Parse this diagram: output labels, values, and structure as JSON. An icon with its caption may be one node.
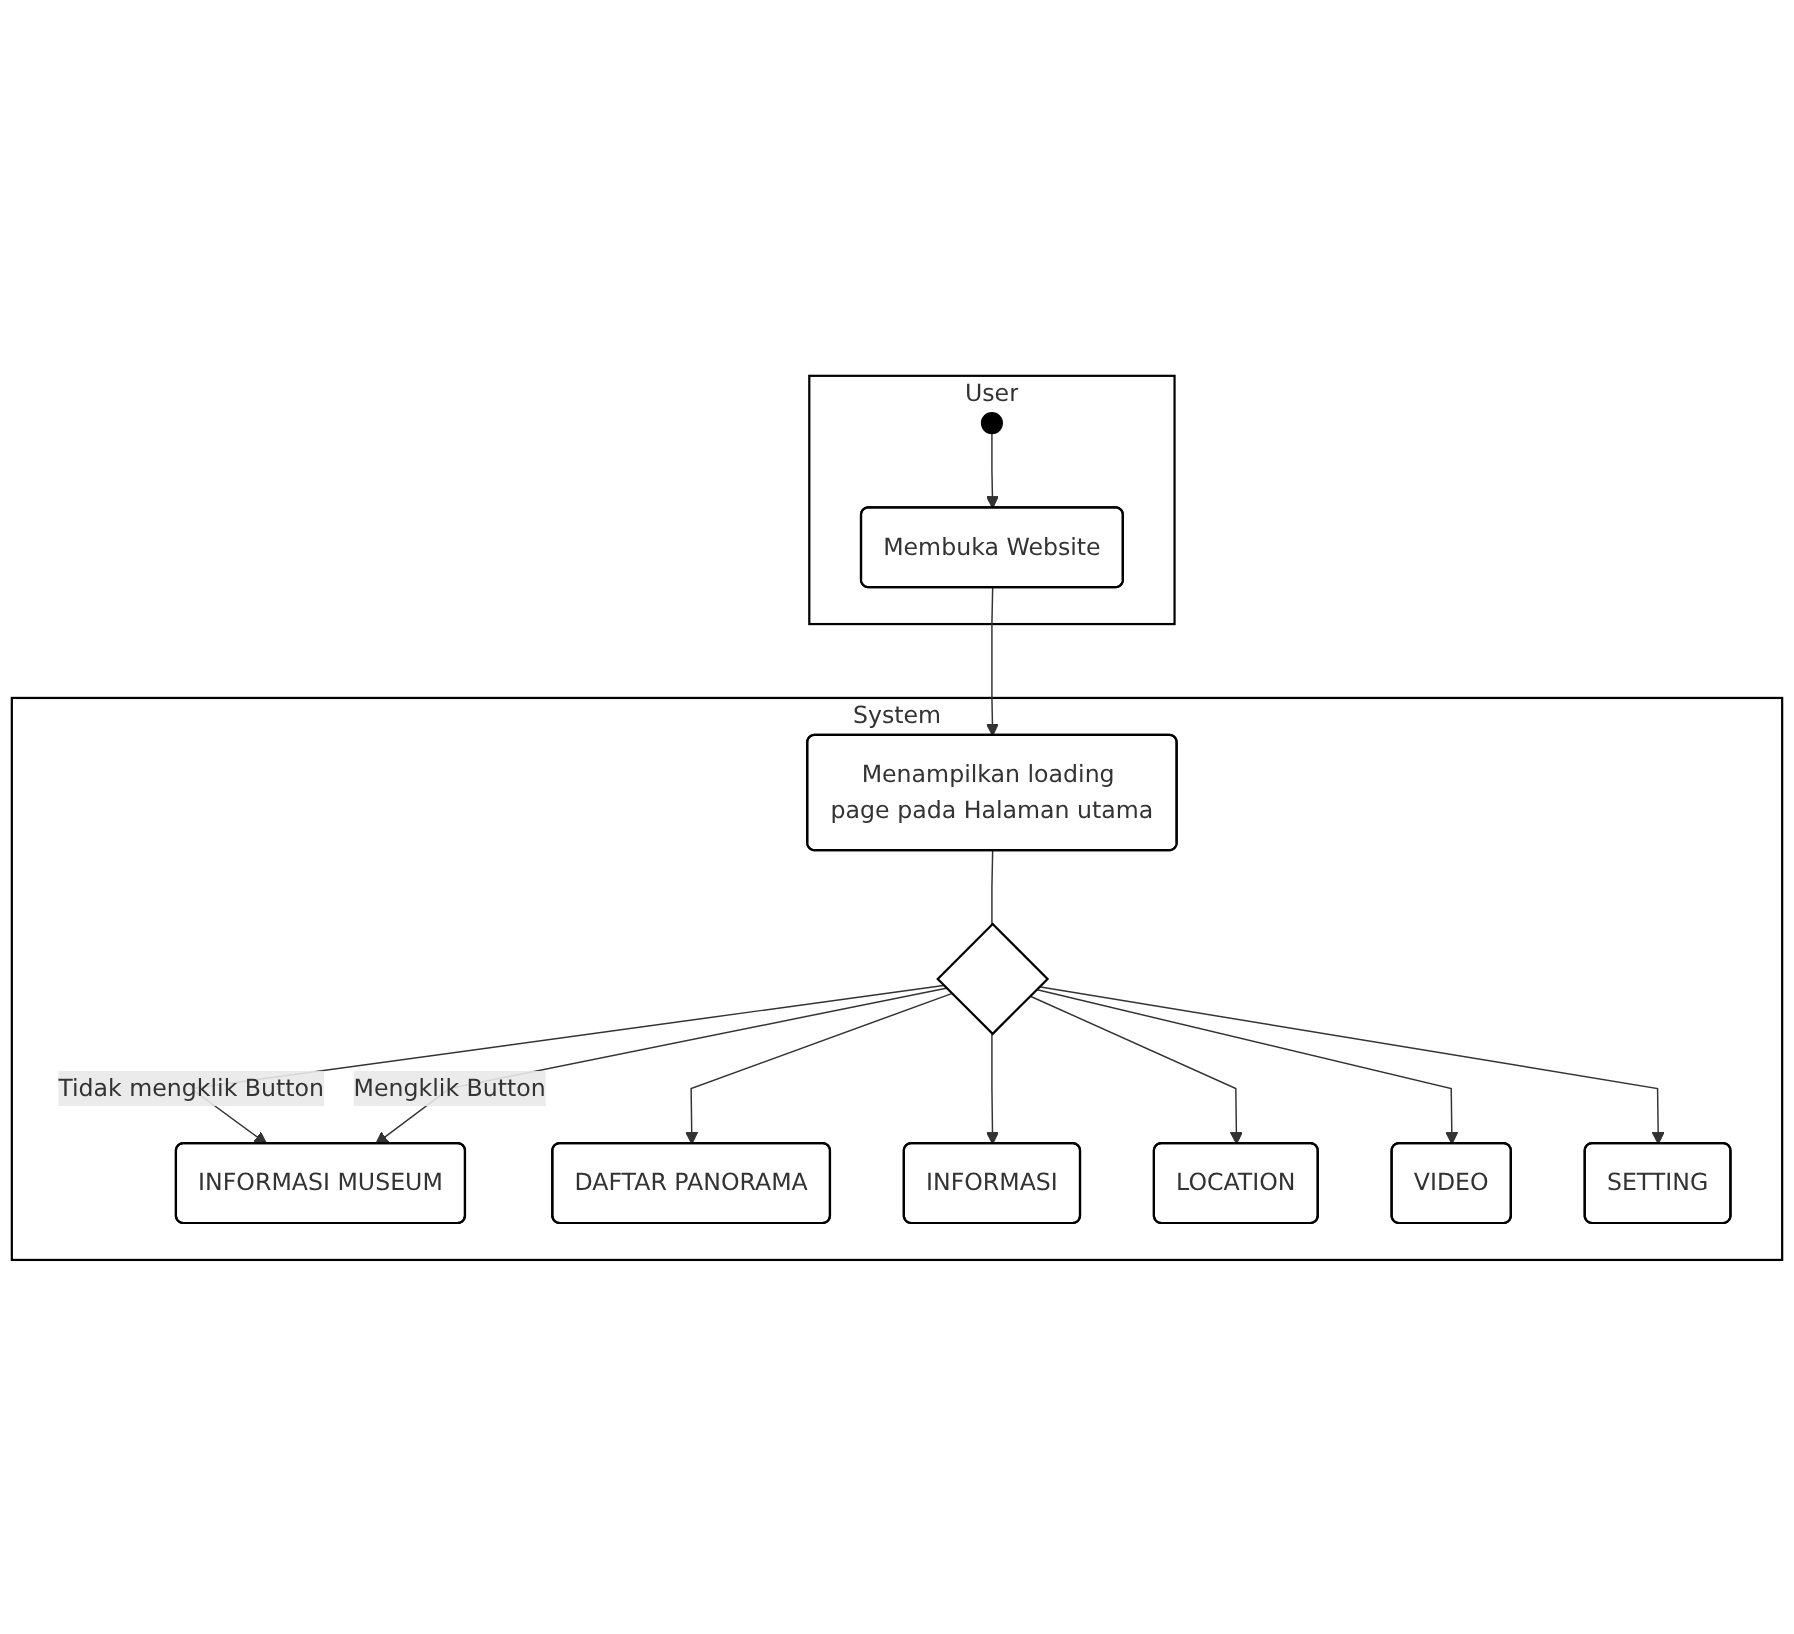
{
  "diagram": {
    "nodes": [
      {
        "text": [
          "User"
        ]
      },
      {
        "text": [
          "System"
        ]
      },
      {
        "text": [],
        "shape": "circle",
        "in": 0
      },
      {
        "text": [
          "Membuka Website"
        ],
        "in": 0
      },
      {
        "text": [
          "Menampilkan loading page pada Halaman utama"
        ],
        "in": 1
      },
      {
        "text": [],
        "shape": "diamond",
        "in": 1
      },
      {
        "text": [
          "INFORMASI MUSEUM"
        ],
        "in": 1
      },
      {
        "text": [
          "DAFTAR PANORAMA"
        ],
        "in": 1
      },
      {
        "text": [
          "INFORMASI"
        ],
        "in": 1
      },
      {
        "text": [
          "LOCATION"
        ],
        "in": 1
      },
      {
        "text": [
          "VIDEO"
        ],
        "in": 1
      },
      {
        "text": [
          "SETTING"
        ],
        "in": 1
      }
    ],
    "edges": [
      {
        "from": 2,
        "to": 3,
        "arrow": "to"
      },
      {
        "from": 3,
        "to": 4,
        "arrow": "to"
      },
      {
        "from": 4,
        "to": 5,
        "arrow": "none"
      },
      {
        "from": 5,
        "to": 6,
        "arrow": "to",
        "label": "Tidak mengklik Button"
      },
      {
        "from": 5,
        "to": 6,
        "arrow": "to",
        "label": "Mengklik Button"
      },
      {
        "from": 5,
        "to": 7,
        "arrow": "to"
      },
      {
        "from": 5,
        "to": 8,
        "arrow": "to"
      },
      {
        "from": 5,
        "to": 9,
        "arrow": "to"
      },
      {
        "from": 5,
        "to": 10,
        "arrow": "to"
      },
      {
        "from": 5,
        "to": 11,
        "arrow": "to"
      }
    ]
  }
}
